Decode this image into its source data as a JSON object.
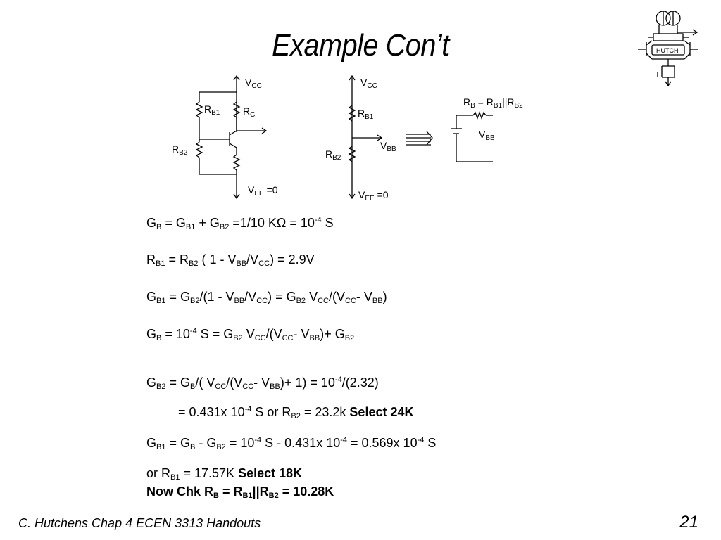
{
  "slide": {
    "title": "Example Con’t",
    "footer": "C. Hutchens Chap 4 ECEN 3313 Handouts",
    "page_number": "21"
  },
  "logo": {
    "label": "HUTCH"
  },
  "circuits": {
    "left": {
      "vcc": "V",
      "vcc_sub": "CC",
      "rb1": "R",
      "rb1_sub": "B1",
      "rc": "R",
      "rc_sub": "C",
      "rb2": "R",
      "rb2_sub": "B2",
      "vee": "V",
      "vee_sub": "EE",
      "vee_val": " =0"
    },
    "middle": {
      "vcc": "V",
      "vcc_sub": "CC",
      "rb1": "R",
      "rb1_sub": "B1",
      "rb2": "R",
      "rb2_sub": "B2",
      "vbb": "V",
      "vbb_sub": "BB",
      "vee": "V",
      "vee_sub": "EE",
      "vee_val": " =0"
    },
    "right": {
      "rb_lhs": "R",
      "rb_lhs_sub": "B",
      "rb_eq": " = R",
      "rb_p1": "B1",
      "rb_par": "||R",
      "rb_p2": "B2",
      "vbb": "V",
      "vbb_sub": "BB"
    }
  },
  "equations": {
    "eq1": {
      "a": "G",
      "a_sub": "B",
      "b": " =  G",
      "b_sub": "B1",
      "c": " + G",
      "c_sub": "B2",
      "d": " =1/10 KΩ = 10",
      "d_sup": "-4",
      "e": " S"
    },
    "eq2": {
      "a": "R",
      "a_sub": "B1",
      "b": " = R",
      "b_sub": "B2",
      "c": " ( 1 - V",
      "c_sub": "BB",
      "d": "/V",
      "d_sub": "CC",
      "e": ") = 2.9V"
    },
    "eq3": {
      "a": "G",
      "a_sub": "B1",
      "b": " = G",
      "b_sub": "B2",
      "c": "/(1 - V",
      "c_sub": "BB",
      "d": "/V",
      "d_sub": "CC",
      "e": ") = G",
      "e_sub": "B2",
      "f": " V",
      "f_sub": "CC",
      "g": "/(V",
      "g_sub": "CC",
      "h": "- V",
      "h_sub": "BB",
      "i": ")"
    },
    "eq4": {
      "a": "G",
      "a_sub": "B",
      "b": " = 10",
      "b_sup": "-4",
      "c": " S = G",
      "c_sub": "B2",
      "d": " V",
      "d_sub": "CC",
      "e": "/(V",
      "e_sub": "CC",
      "f": "- V",
      "f_sub": "BB",
      "g": ")+ G",
      "g_sub": "B2"
    },
    "eq5": {
      "a": "G",
      "a_sub": "B2",
      "b": " = G",
      "b_sub": "B",
      "c": "/( V",
      "c_sub": "CC",
      "d": "/(V",
      "d_sub": "CC",
      "e": "- V",
      "e_sub": "BB",
      "f": ")+ 1) = 10",
      "f_sup": "-4",
      "g": "/(2.32)"
    },
    "eq6": {
      "a": "= 0.431x 10",
      "a_sup": "-4",
      "b": " S or R",
      "b_sub": "B2",
      "c": " = 23.2k ",
      "bold": "Select 24K"
    },
    "eq7": {
      "a": "G",
      "a_sub": "B1",
      "b": " =  G",
      "b_sub": "B",
      "c": " - G",
      "c_sub": "B2",
      "d": " = 10",
      "d_sup": "-4",
      "e": " S - 0.431x 10",
      "e_sup": "-4",
      "f": " = 0.569x 10",
      "f_sup": "-4",
      "g": " S"
    },
    "eq8": {
      "a": "or R",
      "a_sub": "B1",
      "b": "  = 17.57K ",
      "bold": "Select 18K"
    },
    "eq9": {
      "a": "Now  Chk R",
      "a_sub": "B",
      "b": " = R",
      "b_sub": "B1",
      "c": "||R",
      "c_sub": "B2",
      "d": " = 10.28K"
    }
  }
}
